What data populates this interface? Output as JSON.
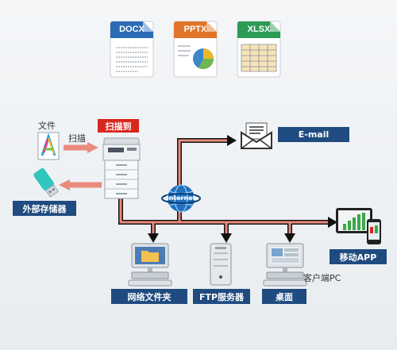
{
  "formats": [
    "DOCX",
    "PPTX",
    "XLSX"
  ],
  "labels": {
    "scan_to": "扫描到",
    "document": "文件",
    "scan": "扫描",
    "external_storage": "外部存储器",
    "email": "E-mail",
    "internet": "Internet",
    "mobile_app": "移动APP",
    "network_folder": "网络文件夹",
    "ftp_server": "FTP服务器",
    "desktop": "桌面",
    "client_pc": "客户端PC"
  },
  "colors": {
    "docx": "#2b6bb5",
    "pptx": "#e0752a",
    "xlsx": "#2e9b55",
    "accent_red": "#d7261e",
    "label_navy": "#1f4b80",
    "arrow_pink": "#e98a7c"
  }
}
